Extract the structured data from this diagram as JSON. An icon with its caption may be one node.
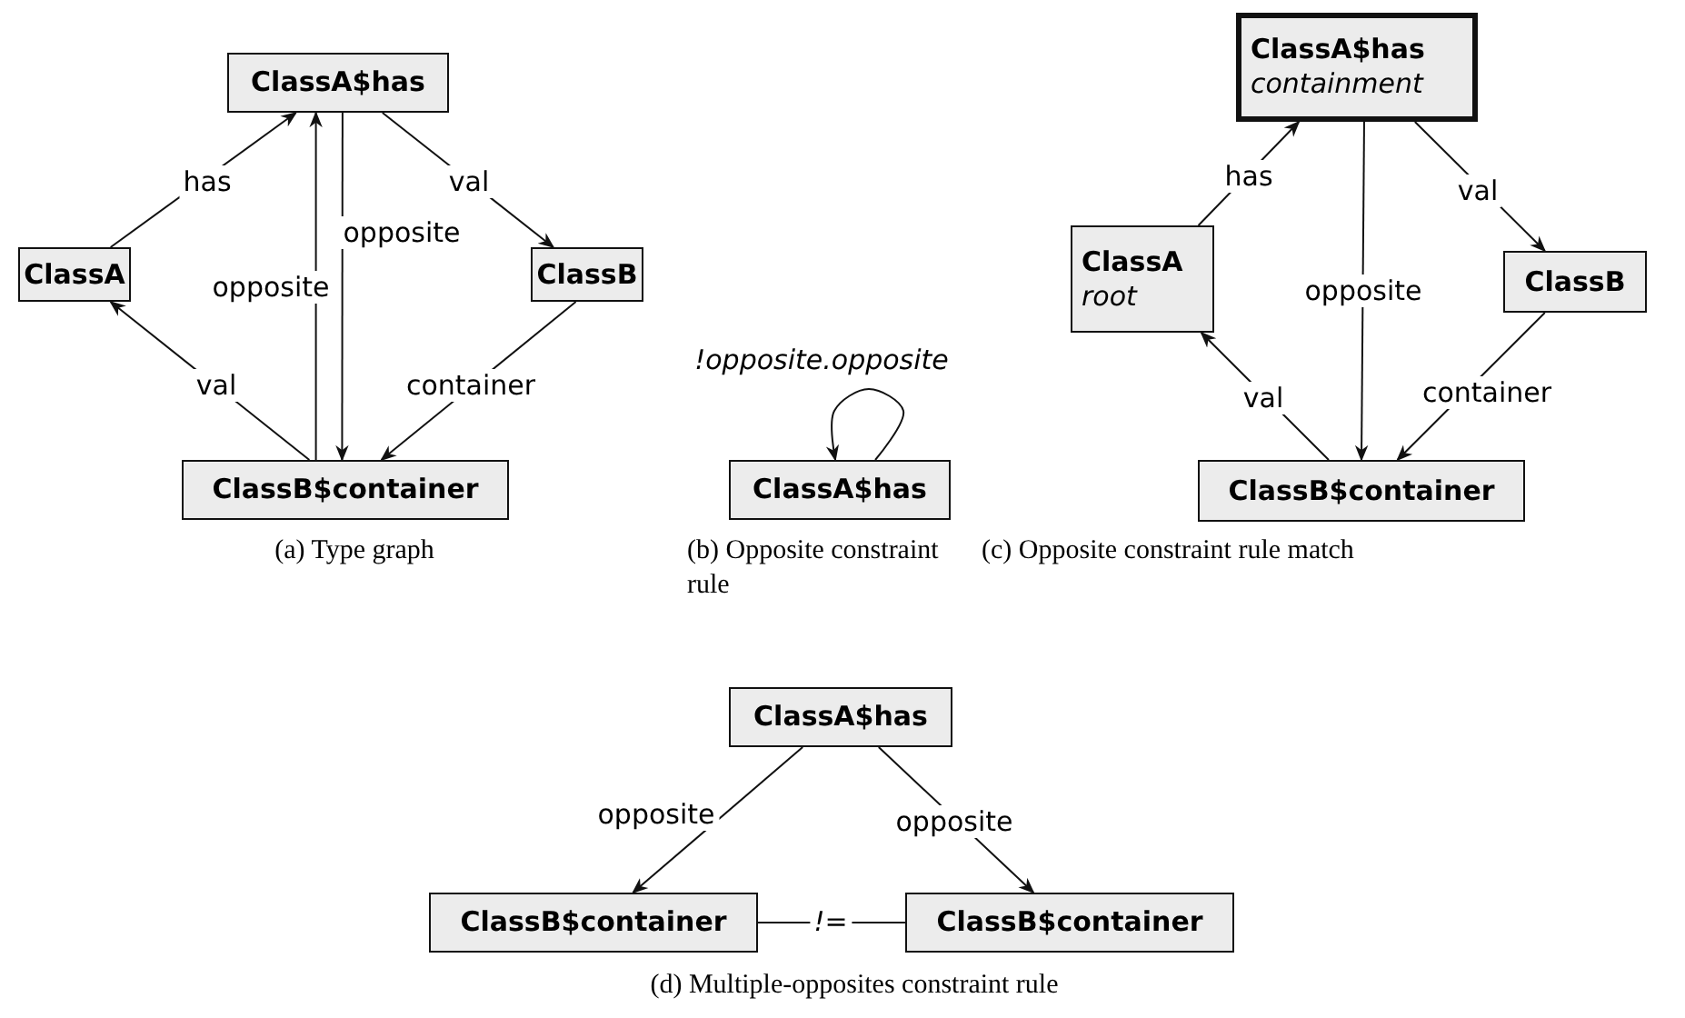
{
  "diagram": {
    "nodes": [
      {
        "text": [
          "ClassA$has"
        ]
      },
      {
        "text": [
          "ClassA"
        ]
      },
      {
        "text": [
          "ClassB"
        ]
      },
      {
        "text": [
          "ClassB$container"
        ]
      },
      {
        "text": [
          "ClassA$has"
        ]
      },
      {
        "text": [
          "ClassA$has",
          "containment"
        ]
      },
      {
        "text": [
          "ClassA",
          "root"
        ]
      },
      {
        "text": [
          "ClassB"
        ]
      },
      {
        "text": [
          "ClassB$container"
        ]
      },
      {
        "text": [
          "ClassA$has"
        ]
      },
      {
        "text": [
          "ClassB$container"
        ]
      },
      {
        "text": [
          "ClassB$container"
        ]
      }
    ],
    "edges": [
      {
        "from": 1,
        "to": 0,
        "arrow": "to",
        "label": "has"
      },
      {
        "from": 0,
        "to": 2,
        "arrow": "to",
        "label": "val"
      },
      {
        "from": 3,
        "to": 1,
        "arrow": "to",
        "label": "val"
      },
      {
        "from": 2,
        "to": 3,
        "arrow": "to",
        "label": "container"
      },
      {
        "from": 3,
        "to": 0,
        "arrow": "to",
        "label": "opposite"
      },
      {
        "from": 0,
        "to": 3,
        "arrow": "to",
        "label": "opposite"
      },
      {
        "from": 4,
        "to": 4,
        "arrow": "to",
        "label": "*!opposite.opposite*"
      },
      {
        "from": 6,
        "to": 5,
        "arrow": "to",
        "label": "has"
      },
      {
        "from": 5,
        "to": 7,
        "arrow": "to",
        "label": "val"
      },
      {
        "from": 8,
        "to": 6,
        "arrow": "to",
        "label": "val"
      },
      {
        "from": 7,
        "to": 8,
        "arrow": "to",
        "label": "container"
      },
      {
        "from": 5,
        "to": 8,
        "arrow": "to",
        "label": "opposite"
      },
      {
        "from": 9,
        "to": 10,
        "arrow": "to",
        "label": "opposite"
      },
      {
        "from": 9,
        "to": 11,
        "arrow": "to",
        "label": "opposite"
      },
      {
        "from": 10,
        "to": 11,
        "arrow": "none",
        "label": "*!=*"
      }
    ],
    "labels": [
      "(a) Type graph",
      "(b) Opposite constraint rule",
      "(c) Opposite constraint rule match",
      "(d) Multiple-opposites constraint rule"
    ]
  }
}
